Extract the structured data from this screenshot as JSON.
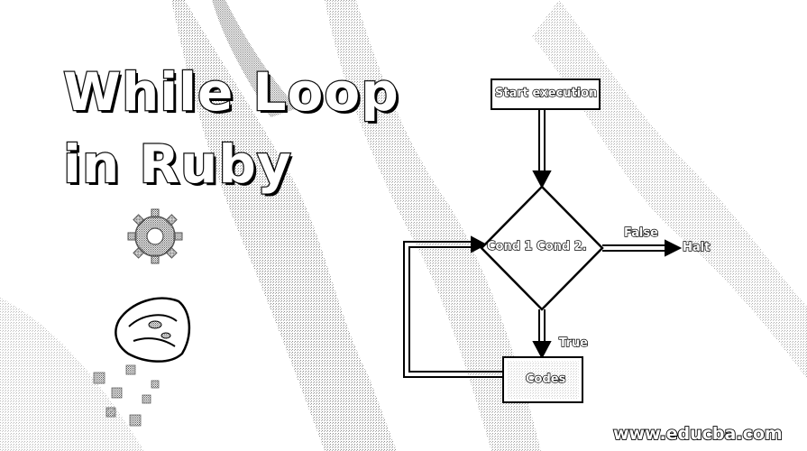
{
  "title": {
    "line1": "While Loop",
    "line2": "in Ruby"
  },
  "flowchart": {
    "start": "Start execution",
    "condition": "Cond 1 Cond 2.",
    "false_label": "False",
    "halt": "Halt",
    "true_label": "True",
    "body": "Codes"
  },
  "watermark": "www.educba.com",
  "colors": {
    "background": "#ffffff",
    "ink": "#000000",
    "dither": "#9a9a9a"
  },
  "icons": [
    "gear-icon",
    "ruby-gem-logo"
  ]
}
